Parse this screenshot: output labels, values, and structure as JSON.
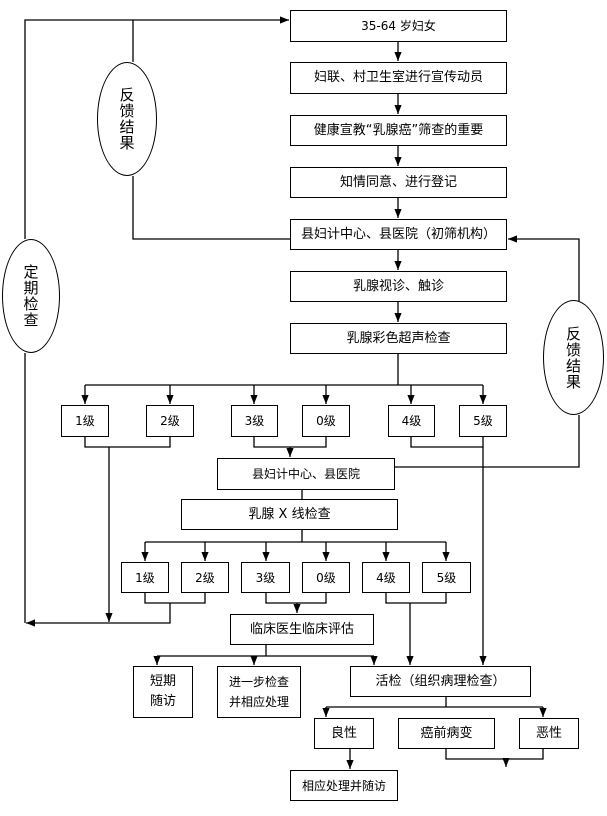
{
  "flow": {
    "women": "35-64 岁妇女",
    "publicity": "妇联、村卫生室进行宣传动员",
    "education": "健康宣教“乳腺癌”筛查的重要",
    "consent": "知情同意、进行登记",
    "initial_institution": "县妇计中心、县医院（初筛机构）",
    "palpation": "乳腺视诊、触诊",
    "ultrasound": "乳腺彩色超声检查",
    "county_hospital": "县妇计中心、县医院",
    "xray": "乳腺 X 线检查",
    "clinical_eval": "临床医生临床评估",
    "short_followup": "短期随访",
    "further_exam": "进一步检查并相应处理",
    "biopsy": "活检（组织病理检查）",
    "benign": "良性",
    "precancer": "癌前病变",
    "malignant": "恶性",
    "treat_followup": "相应处理并随访"
  },
  "ultrasound_levels": [
    "1级",
    "2级",
    "3级",
    "0级",
    "4级",
    "5级"
  ],
  "xray_levels": [
    "1级",
    "2级",
    "3级",
    "0级",
    "4级",
    "5级"
  ],
  "ellipses": {
    "feedback_top": "反馈结果",
    "regular_check": "定期检查",
    "feedback_right": "反馈结果"
  }
}
